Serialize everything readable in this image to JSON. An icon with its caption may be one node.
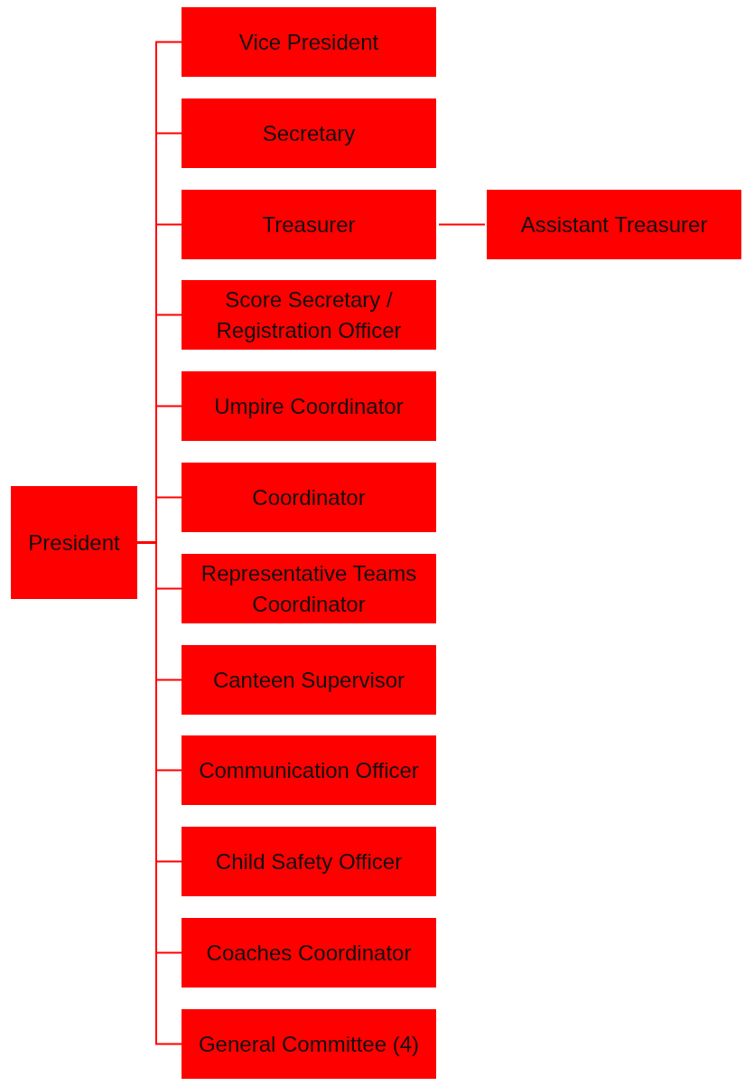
{
  "diagram": {
    "nodes": [
      {
        "text": [
          "President"
        ]
      },
      {
        "text": [
          "Vice President"
        ]
      },
      {
        "text": [
          "Secretary"
        ]
      },
      {
        "text": [
          "Treasurer"
        ]
      },
      {
        "text": [
          "Score Secretary / Registration Officer"
        ]
      },
      {
        "text": [
          "Umpire Coordinator"
        ]
      },
      {
        "text": [
          "Coordinator"
        ]
      },
      {
        "text": [
          "Representative Teams Coordinator"
        ]
      },
      {
        "text": [
          "Canteen Supervisor"
        ]
      },
      {
        "text": [
          "Communication Officer"
        ]
      },
      {
        "text": [
          "Child Safety Officer"
        ]
      },
      {
        "text": [
          "Coaches Coordinator"
        ]
      },
      {
        "text": [
          "General Committee (4)"
        ]
      },
      {
        "text": [
          "Assistant Treasurer"
        ]
      }
    ],
    "edges": [
      {
        "from": 0,
        "to": 1,
        "arrow": "none"
      },
      {
        "from": 0,
        "to": 2,
        "arrow": "none"
      },
      {
        "from": 0,
        "to": 3,
        "arrow": "none"
      },
      {
        "from": 0,
        "to": 4,
        "arrow": "none"
      },
      {
        "from": 0,
        "to": 5,
        "arrow": "none"
      },
      {
        "from": 0,
        "to": 6,
        "arrow": "none"
      },
      {
        "from": 0,
        "to": 7,
        "arrow": "none"
      },
      {
        "from": 0,
        "to": 8,
        "arrow": "none"
      },
      {
        "from": 0,
        "to": 9,
        "arrow": "none"
      },
      {
        "from": 0,
        "to": 10,
        "arrow": "none"
      },
      {
        "from": 0,
        "to": 11,
        "arrow": "none"
      },
      {
        "from": 0,
        "to": 12,
        "arrow": "none"
      },
      {
        "from": 3,
        "to": 13,
        "arrow": "none"
      }
    ]
  }
}
